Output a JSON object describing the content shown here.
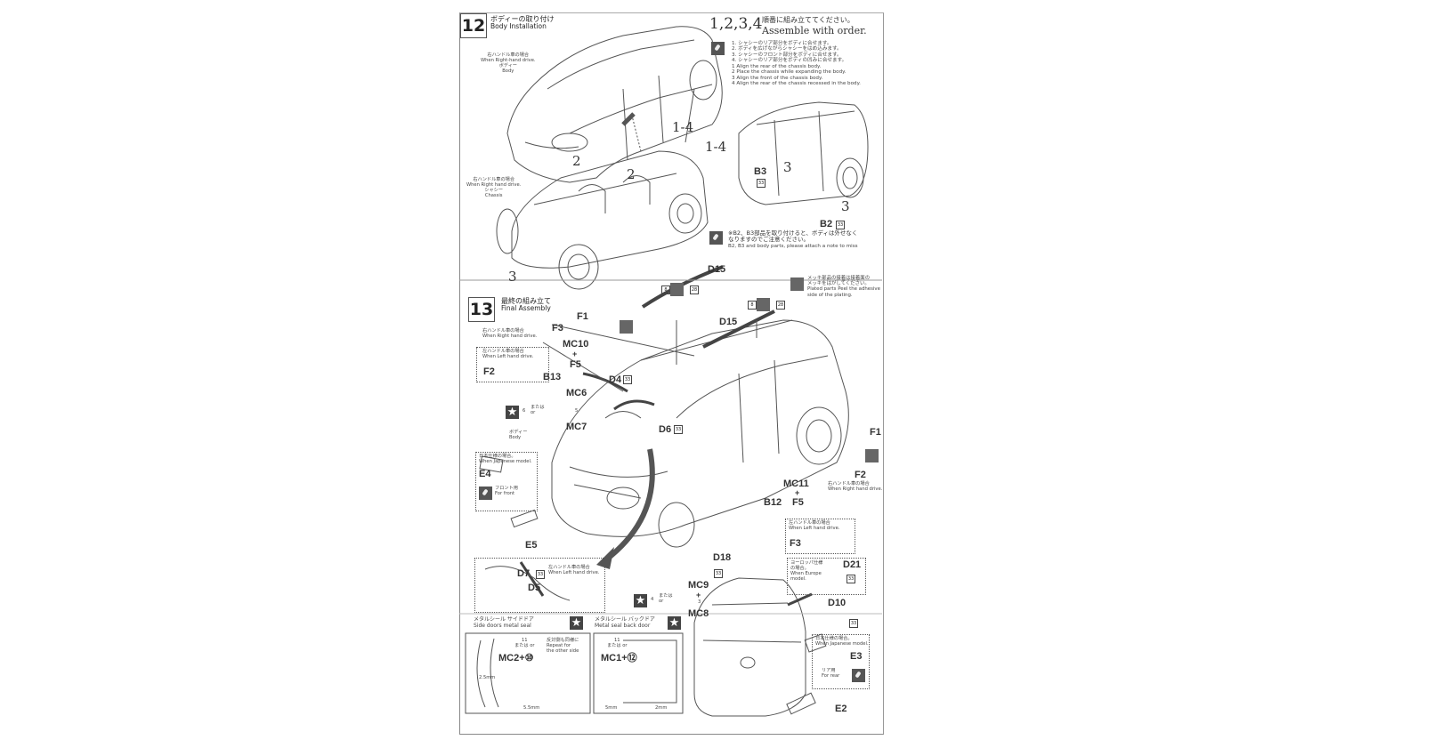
{
  "step12": {
    "number": "12",
    "title_ja": "ボディーの取り付け",
    "title_en": "Body Installation",
    "rhd_note_ja": "右ハンドル車の場合",
    "rhd_note_en": "When Right-hand drive.",
    "body_ja": "ボディー",
    "body_en": "Body",
    "chassis_rhd_ja": "右ハンドル車の場合",
    "chassis_rhd_en": "When Right hand drive.",
    "chassis_ja": "シャシー",
    "chassis_en": "Chassis",
    "order_numbers": "1,2,3,4",
    "order_ja": "順番に組み立ててください。",
    "order_en": "Assemble with order.",
    "instructions_ja": [
      "1. シャシーのリア部分をボディに合せます。",
      "2. ボディを広げながらシャシーをはめ込みます。",
      "3. シャシーのフロント部分をボディに合せます。",
      "4. シャシーのリア部分をボディの凹みに合せます。"
    ],
    "instructions_en": [
      "1 Align the rear of the chassis body.",
      "2 Place the chassis while expanding the body.",
      "3 Align the front of the chassis body.",
      "4 Align the rear of the chassis recessed in the body."
    ],
    "callouts": {
      "c1": "1-4",
      "c2": "1-4",
      "c3": "2",
      "c4": "2",
      "c5": "3",
      "c6": "3",
      "c7": "3"
    },
    "parts": {
      "b3": "B3",
      "b3_num": "33",
      "b2": "B2",
      "b2_num": "33"
    },
    "note_ja_1": "※B2、B3部品を取り付けると、ボディは外せなく",
    "note_ja_2": "なりますのでご注意ください。",
    "note_en": "B2, B3 and body parts, please attach a note to miss"
  },
  "step13": {
    "number": "13",
    "title_ja": "最終の組み立て",
    "title_en": "Final Assembly",
    "plated_ja_1": "メッキ部品の接着は接着面の",
    "plated_ja_2": "メッキをはがしてください。",
    "plated_en_1": "Plated parts Peel the adhesive",
    "plated_en_2": "side of the plating.",
    "d15_a": "D15",
    "d15_b": "D15",
    "d15_num_a": "8",
    "d15_num_b": "28",
    "d15_num_c": "8",
    "d15_num_d": "28",
    "rhd_ja": "右ハンドル車の場合",
    "rhd_en": "When Right hand drive.",
    "lhd_ja": "左ハンドル車の場合",
    "lhd_en": "When Left hand drive.",
    "f1": "F1",
    "f3": "F3",
    "f2": "F2",
    "mc10": "MC10",
    "plus": "+",
    "f5": "F5",
    "b13": "B13",
    "d4": "D4",
    "d4_num": "33",
    "mc6": "MC6",
    "mc7": "MC7",
    "decal_6": "6",
    "or_ja": "または",
    "or_en": "or",
    "decal_5": "5",
    "body_ja": "ボディー",
    "body_en": "Body",
    "d6": "D6",
    "d6_num": "33",
    "jp_ja": "日本仕様の場合。",
    "jp_en": "When Japanese model.",
    "e4": "E4",
    "front_ja": "フロント用",
    "front_en": "For front",
    "e5": "E5",
    "f1_right": "F1",
    "mc11": "MC11",
    "f5_b": "F5",
    "b12": "B12",
    "f2_right": "F2",
    "rhd2_ja": "右ハンドル車の場合",
    "rhd2_en": "When Right hand drive.",
    "lhd2_ja": "左ハンドル車の場合",
    "lhd2_en": "When Left hand drive.",
    "f3_box": "F3",
    "lhd3_ja": "左ハンドル車の場合",
    "lhd3_en": "When Left hand drive.",
    "d7": "D7",
    "d7_num": "33",
    "d5": "D5",
    "d18": "D18",
    "d18_num": "33",
    "eu_ja_1": "ヨーロッパ仕様",
    "eu_ja_2": "の場合。",
    "eu_en_1": "When Europe",
    "eu_en_2": "model.",
    "d21": "D21",
    "d21_num": "33",
    "mc9": "MC9",
    "decal_4": "4",
    "decal_3": "3",
    "mc8": "MC8",
    "d10": "D10",
    "d10_num": "33",
    "jp2_ja": "日本仕様の場合。",
    "jp2_en": "When Japanese model.",
    "e3": "E3",
    "rear_ja": "リア用",
    "rear_en": "For rear",
    "e2": "E2",
    "side_seal_ja": "メタルシール サイドドア",
    "side_seal_en": "Side doors metal seal",
    "side_decal": "11",
    "side_or": "または or",
    "side_mc": "MC2+⑩",
    "side_repeat_ja": "反対側も同様に",
    "side_repeat_en_1": "Repeat for",
    "side_repeat_en_2": "the other side",
    "side_dim_1": "2.5mm",
    "side_dim_2": "5.5mm",
    "back_seal_ja": "メタルシール バックドア",
    "back_seal_en": "Metal seal back door",
    "back_decal": "11",
    "back_or": "または or",
    "back_mc": "MC1+⑫",
    "back_dim_1": "5mm",
    "back_dim_2": "2mm"
  }
}
